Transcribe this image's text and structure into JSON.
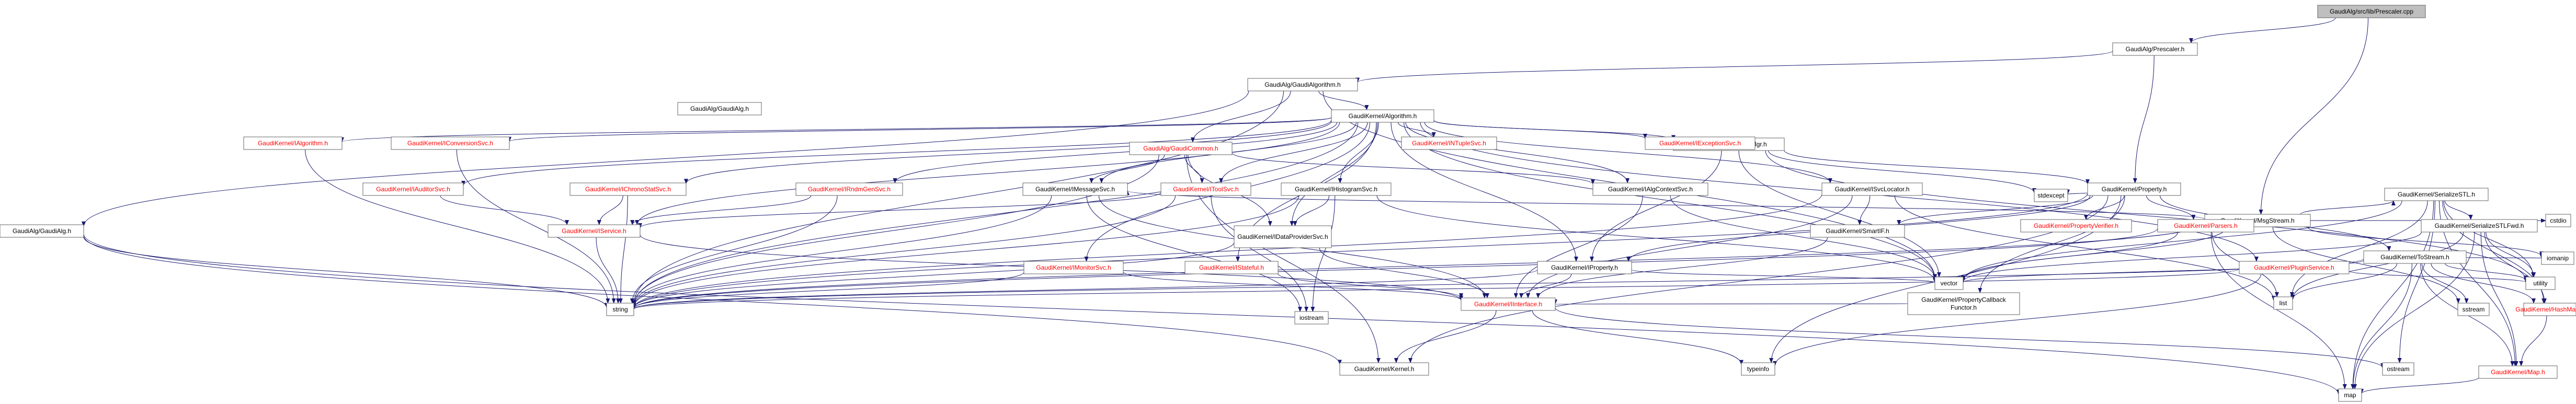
{
  "diagram": {
    "type": "include-dependency-graph",
    "colors": {
      "background": "#ffffff",
      "edge": "#191970",
      "node_border": "#666666",
      "root_fill": "#bfbfbf",
      "normal_fill": "#ffffff",
      "text_black": "#000000",
      "text_red": "#ff0000"
    },
    "nodes": [
      {
        "id": "root",
        "label": "GaudiAlg/src/lib/Prescaler.cpp",
        "kind": "root"
      },
      {
        "id": "prescaler_h",
        "label": "GaudiAlg/Prescaler.h",
        "kind": "normal"
      },
      {
        "id": "gaudialgorithm_h",
        "label": "GaudiAlg/GaudiAlgorithm.h",
        "kind": "normal"
      },
      {
        "id": "msgstream_h",
        "label": "GaudiKernel/MsgStream.h",
        "kind": "normal"
      },
      {
        "id": "algorithm_h",
        "label": "GaudiKernel/Algorithm.h",
        "kind": "normal"
      },
      {
        "id": "gaudicommon_h",
        "label": "GaudiAlg/GaudiCommon.h",
        "kind": "red"
      },
      {
        "id": "propertymgr_h",
        "label": "GaudiKernel/PropertyMgr.h",
        "kind": "normal"
      },
      {
        "id": "gaudi_h",
        "label": "GaudiAlg/GaudiAlg.h",
        "kind": "normal"
      },
      {
        "id": "ialgorithm_h",
        "label": "GaudiKernel/IAlgorithm.h",
        "kind": "red"
      },
      {
        "id": "iconversionsvc_h",
        "label": "GaudiKernel/IConversionSvc.h",
        "kind": "red"
      },
      {
        "id": "intuplesvc_h",
        "label": "GaudiKernel/INTupleSvc.h",
        "kind": "red"
      },
      {
        "id": "iexceptionsvc_h",
        "label": "GaudiKernel/IExceptionSvc.h",
        "kind": "red"
      },
      {
        "id": "iauditorsvc_h",
        "label": "GaudiKernel/IAuditorSvc.h",
        "kind": "red"
      },
      {
        "id": "ichronostatsvc_h",
        "label": "GaudiKernel/IChronoStatSvc.h",
        "kind": "red"
      },
      {
        "id": "irndmgensvc_h",
        "label": "GaudiKernel/IRndmGenSvc.h",
        "kind": "red"
      },
      {
        "id": "imessagesvc_h",
        "label": "GaudiKernel/IMessageSvc.h",
        "kind": "normal"
      },
      {
        "id": "itoolsvc_h",
        "label": "GaudiKernel/IToolSvc.h",
        "kind": "red"
      },
      {
        "id": "ihistogramsvc_h",
        "label": "GaudiKernel/IHistogramSvc.h",
        "kind": "normal"
      },
      {
        "id": "ialgcontextsvc_h",
        "label": "GaudiKernel/IAlgContextSvc.h",
        "kind": "normal"
      },
      {
        "id": "isvclocator_h",
        "label": "GaudiKernel/ISvcLocator.h",
        "kind": "normal"
      },
      {
        "id": "property_h",
        "label": "GaudiKernel/Property.h",
        "kind": "normal"
      },
      {
        "id": "serializestl_h",
        "label": "GaudiKernel/SerializeSTL.h",
        "kind": "normal"
      },
      {
        "id": "cstdio",
        "label": "cstdio",
        "kind": "normal"
      },
      {
        "id": "iservice_h",
        "label": "GaudiKernel/IService.h",
        "kind": "red"
      },
      {
        "id": "idataprovidersvc_h",
        "label": "GaudiKernel/IDataProviderSvc.h",
        "kind": "normal"
      },
      {
        "id": "imonitorsvc_h",
        "label": "GaudiKernel/IMonitorSvc.h",
        "kind": "red"
      },
      {
        "id": "istateful_h",
        "label": "GaudiKernel/IStateful.h",
        "kind": "red"
      },
      {
        "id": "iproperty_h",
        "label": "GaudiKernel/IProperty.h",
        "kind": "normal"
      },
      {
        "id": "smartif_h",
        "label": "GaudiKernel/SmartIF.h",
        "kind": "normal"
      },
      {
        "id": "propertyverifier_h",
        "label": "GaudiKernel/PropertyVerifier.h",
        "kind": "red"
      },
      {
        "id": "parsers_h",
        "label": "GaudiKernel/Parsers.h",
        "kind": "red"
      },
      {
        "id": "iplugin_h",
        "label": "GaudiKernel/PluginService.h",
        "kind": "red"
      },
      {
        "id": "tostream_h",
        "label": "GaudiKernel/ToStream.h",
        "kind": "normal"
      },
      {
        "id": "serializestlfwd_h",
        "label": "GaudiKernel/SerializeSTLFwd.h",
        "kind": "normal"
      },
      {
        "id": "stdexcept",
        "label": "stdexcept",
        "kind": "normal"
      },
      {
        "id": "propertycallback_h",
        "label": "GaudiKernel/PropertyCallback\nFunctor.h",
        "kind": "normal"
      },
      {
        "id": "iinterface_h",
        "label": "GaudiKernel/IInterface.h",
        "kind": "red"
      },
      {
        "id": "gaudi_gaudi_h",
        "label": "GaudiAlg/GaudiAlg.h",
        "kind": "normal"
      },
      {
        "id": "string",
        "label": "string",
        "kind": "normal"
      },
      {
        "id": "iostream",
        "label": "iostream",
        "kind": "normal"
      },
      {
        "id": "vector",
        "label": "vector",
        "kind": "normal"
      },
      {
        "id": "list",
        "label": "list",
        "kind": "normal"
      },
      {
        "id": "sstream",
        "label": "sstream",
        "kind": "normal"
      },
      {
        "id": "hashmap_h",
        "label": "GaudiKernel/HashMap.h",
        "kind": "red"
      },
      {
        "id": "utility",
        "label": "utility",
        "kind": "normal"
      },
      {
        "id": "iomanip",
        "label": "iomanip",
        "kind": "normal"
      },
      {
        "id": "kernel_h",
        "label": "GaudiKernel/Kernel.h",
        "kind": "normal"
      },
      {
        "id": "typeinfo",
        "label": "typeinfo",
        "kind": "normal"
      },
      {
        "id": "map_h",
        "label": "GaudiKernel/Map.h",
        "kind": "red"
      },
      {
        "id": "ostream",
        "label": "ostream",
        "kind": "normal"
      },
      {
        "id": "map",
        "label": "map",
        "kind": "normal"
      }
    ]
  }
}
